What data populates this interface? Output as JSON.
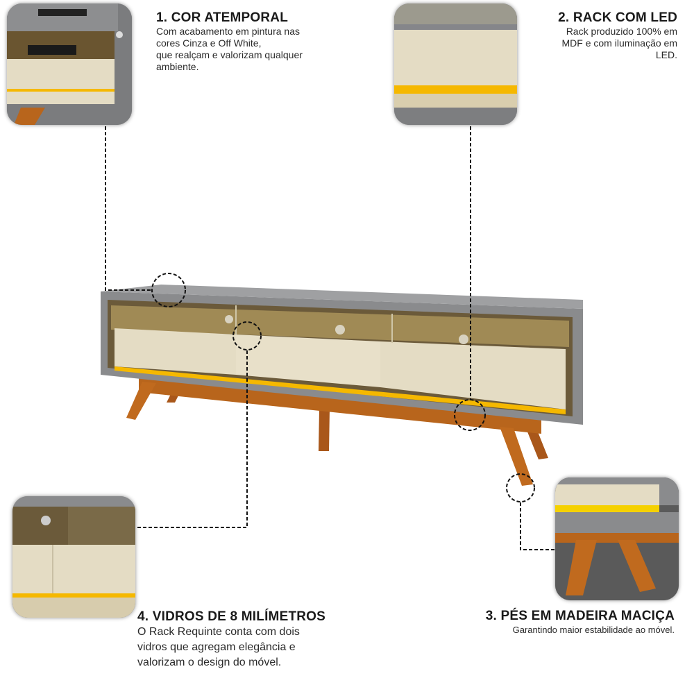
{
  "features": [
    {
      "title": "1. COR ATEMPORAL",
      "lines": [
        "Com acabamento em pintura nas",
        "cores Cinza e Off White,",
        "que realçam e valorizam qualquer",
        "ambiente."
      ]
    },
    {
      "title": "2. RACK COM LED",
      "lines": [
        "Rack produzido 100% em",
        "MDF e com iluminação em",
        "LED."
      ]
    },
    {
      "title": "3. PÉS EM MADEIRA MACIÇA",
      "lines": [
        "Garantindo maior estabilidade ao móvel."
      ]
    },
    {
      "title": "4. VIDROS DE 8 MILÍMETROS",
      "lines": [
        "O Rack Requinte conta com dois",
        "vidros que agregam elegância e",
        "valorizam o design do móvel."
      ]
    }
  ],
  "colors": {
    "gray": "#8a8b8d",
    "cream": "#e4dcc4",
    "led": "#f5b800",
    "wood": "#b8651c"
  }
}
